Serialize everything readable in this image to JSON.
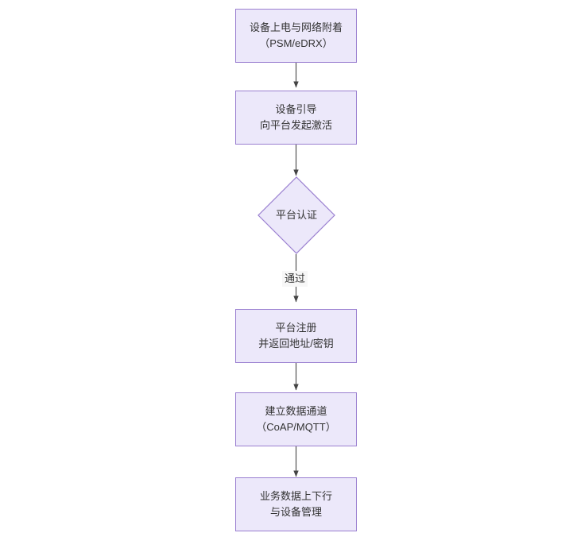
{
  "diagram": {
    "type": "flowchart",
    "orientation": "top-to-bottom",
    "background_color": "#ffffff",
    "node_fill_color": "#ece8fa",
    "node_border_color": "#9a7fd0",
    "text_color": "#333333",
    "edge_color": "#444444",
    "nodes": [
      {
        "id": "n1",
        "shape": "rectangle",
        "line1": "设备上电与网络附着",
        "line2": "（PSM/eDRX）"
      },
      {
        "id": "n2",
        "shape": "rectangle",
        "line1": "设备引导",
        "line2": "向平台发起激活"
      },
      {
        "id": "n3",
        "shape": "diamond",
        "line1": "平台认证",
        "line2": ""
      },
      {
        "id": "n4",
        "shape": "rectangle",
        "line1": "平台注册",
        "line2": "并返回地址/密钥"
      },
      {
        "id": "n5",
        "shape": "rectangle",
        "line1": "建立数据通道",
        "line2": "（CoAP/MQTT）"
      },
      {
        "id": "n6",
        "shape": "rectangle",
        "line1": "业务数据上下行",
        "line2": "与设备管理"
      }
    ],
    "edges": [
      {
        "id": "e1",
        "from": "n1",
        "to": "n2",
        "label": ""
      },
      {
        "id": "e2",
        "from": "n2",
        "to": "n3",
        "label": ""
      },
      {
        "id": "e3",
        "from": "n3",
        "to": "n4",
        "label": "通过"
      },
      {
        "id": "e4",
        "from": "n4",
        "to": "n5",
        "label": ""
      },
      {
        "id": "e5",
        "from": "n5",
        "to": "n6",
        "label": ""
      }
    ]
  }
}
